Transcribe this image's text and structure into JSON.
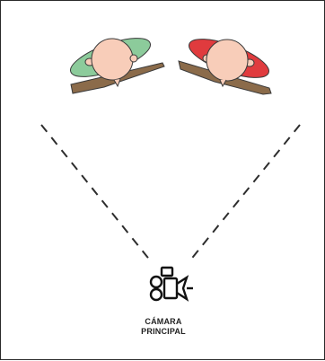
{
  "camera": {
    "label_line1": "CÁMARA",
    "label_line2": "PRINCIPAL"
  },
  "subjects": [
    {
      "name": "subject-left",
      "shoulder_color": "#8ccb9b",
      "arm_color": "#8b6b4a"
    },
    {
      "name": "subject-right",
      "shoulder_color": "#e03b3e",
      "arm_color": "#8b6b4a"
    }
  ],
  "colors": {
    "skin": "#f8cdb9",
    "outline": "#3a3a3a",
    "dashed_line": "#2d2d2d",
    "icon": "#111111"
  },
  "icons": {
    "camera": "video-camera-icon"
  }
}
